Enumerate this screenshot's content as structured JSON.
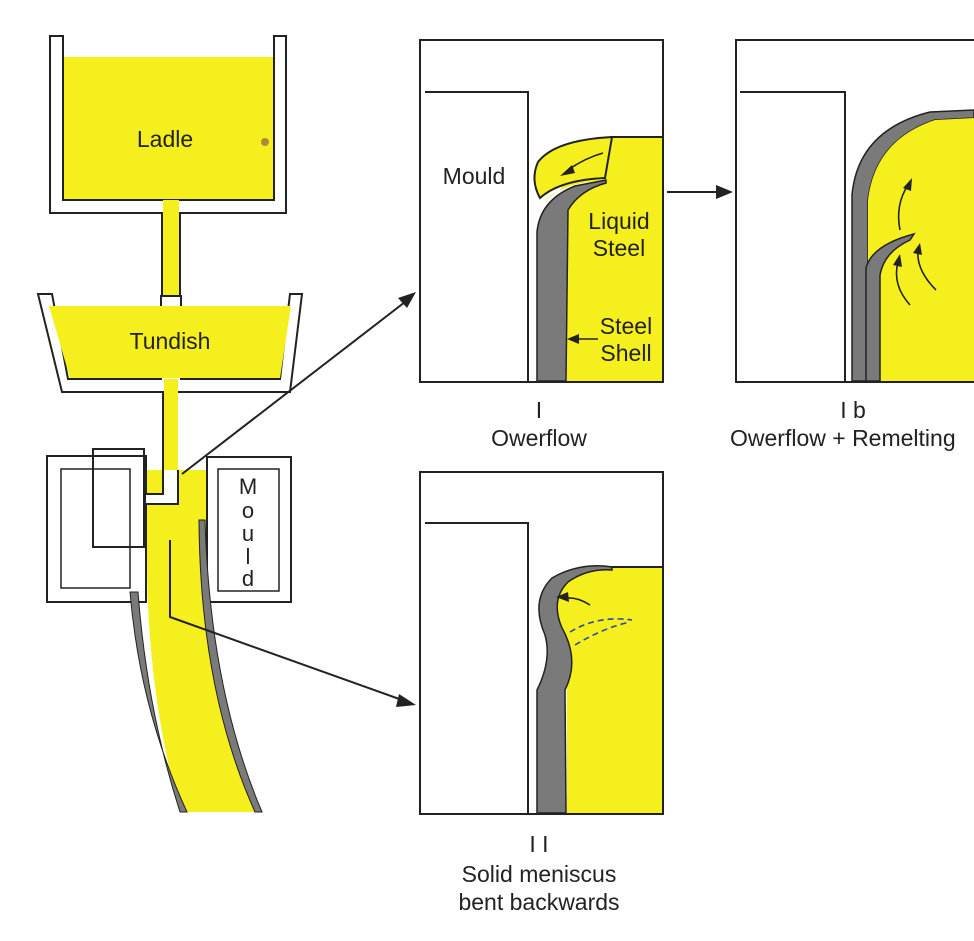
{
  "colors": {
    "steel": "#f6ef1e",
    "shell": "#7a7a7a",
    "outline": "#222222",
    "dashed": "#2f46a8",
    "background": "#ffffff"
  },
  "labels": {
    "ladle": "Ladle",
    "tundish": "Tundish",
    "mould_vertical": [
      "M",
      "o",
      "u",
      "l",
      "d"
    ],
    "panel1": {
      "mould": "Mould",
      "liquid_steel_1": "Liquid",
      "liquid_steel_2": "Steel",
      "steel_shell_1": "Steel",
      "steel_shell_2": "Shell",
      "numeral": "I",
      "caption": "Owerflow"
    },
    "panel1b": {
      "numeral": "I b",
      "caption": "Owerflow + Remelting"
    },
    "panel2": {
      "numeral": "I I",
      "caption_1": "Solid meniscus",
      "caption_2": "bent backwards"
    }
  }
}
